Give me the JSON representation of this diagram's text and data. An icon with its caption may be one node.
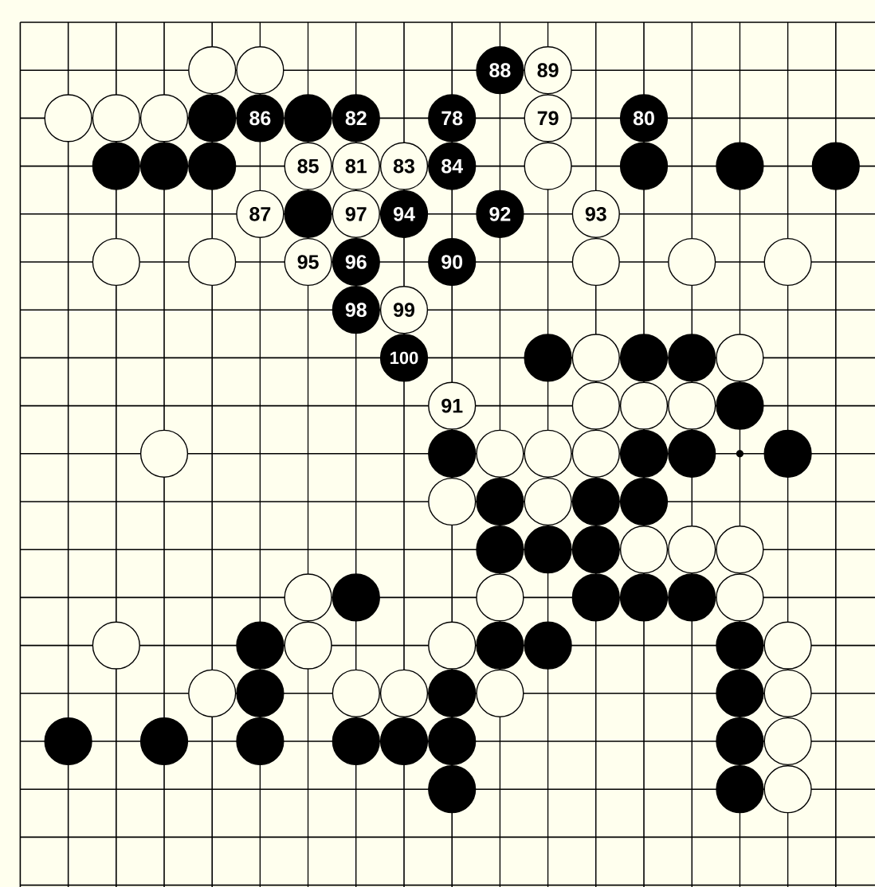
{
  "diagram": {
    "nodes": [
      {
        "text": [],
        "shape": "circle"
      },
      {
        "text": [],
        "shape": "circle"
      },
      {
        "text": [
          "88"
        ]
      },
      {
        "text": [
          "89"
        ]
      },
      {
        "text": [],
        "shape": "circle"
      },
      {
        "text": [],
        "shape": "circle"
      },
      {
        "text": [],
        "shape": "circle"
      },
      {
        "text": [],
        "shape": "circle"
      },
      {
        "text": [
          "86"
        ]
      },
      {
        "text": [],
        "shape": "circle"
      },
      {
        "text": [
          "82"
        ]
      },
      {
        "text": [
          "78"
        ]
      },
      {
        "text": [
          "79"
        ]
      },
      {
        "text": [
          "80"
        ]
      },
      {
        "text": [],
        "shape": "circle"
      },
      {
        "text": [],
        "shape": "circle"
      },
      {
        "text": [],
        "shape": "circle"
      },
      {
        "text": [
          "85"
        ]
      },
      {
        "text": [
          "81"
        ]
      },
      {
        "text": [
          "83"
        ]
      },
      {
        "text": [
          "84"
        ]
      },
      {
        "text": [],
        "shape": "circle"
      },
      {
        "text": [],
        "shape": "circle"
      },
      {
        "text": [],
        "shape": "circle"
      },
      {
        "text": [],
        "shape": "circle"
      },
      {
        "text": [
          "87"
        ]
      },
      {
        "text": [],
        "shape": "circle"
      },
      {
        "text": [
          "97"
        ]
      },
      {
        "text": [
          "94"
        ]
      },
      {
        "text": [
          "92"
        ]
      },
      {
        "text": [
          "93"
        ]
      },
      {
        "text": [],
        "shape": "circle"
      },
      {
        "text": [],
        "shape": "circle"
      },
      {
        "text": [
          "95"
        ]
      },
      {
        "text": [
          "96"
        ]
      },
      {
        "text": [
          "90"
        ]
      },
      {
        "text": [],
        "shape": "circle"
      },
      {
        "text": [],
        "shape": "circle"
      },
      {
        "text": [],
        "shape": "circle"
      },
      {
        "text": [
          "98"
        ]
      },
      {
        "text": [
          "99"
        ]
      },
      {
        "text": [
          "100"
        ]
      },
      {
        "text": [],
        "shape": "circle"
      },
      {
        "text": [],
        "shape": "circle"
      },
      {
        "text": [],
        "shape": "circle"
      },
      {
        "text": [],
        "shape": "circle"
      },
      {
        "text": [],
        "shape": "circle"
      },
      {
        "text": [
          "91"
        ]
      },
      {
        "text": [],
        "shape": "circle"
      },
      {
        "text": [],
        "shape": "circle"
      },
      {
        "text": [],
        "shape": "circle"
      },
      {
        "text": [],
        "shape": "circle"
      },
      {
        "text": [],
        "shape": "circle"
      },
      {
        "text": [],
        "shape": "circle"
      },
      {
        "text": [],
        "shape": "circle"
      },
      {
        "text": [],
        "shape": "circle"
      },
      {
        "text": [],
        "shape": "circle"
      },
      {
        "text": [],
        "shape": "circle"
      },
      {
        "text": [],
        "shape": "circle"
      },
      {
        "text": [],
        "shape": "circle"
      },
      {
        "text": [],
        "shape": "circle"
      },
      {
        "text": [],
        "shape": "circle"
      },
      {
        "text": [],
        "shape": "circle"
      },
      {
        "text": [],
        "shape": "circle"
      },
      {
        "text": [],
        "shape": "circle"
      },
      {
        "text": [],
        "shape": "circle"
      },
      {
        "text": [],
        "shape": "circle"
      },
      {
        "text": [],
        "shape": "circle"
      },
      {
        "text": [],
        "shape": "circle"
      },
      {
        "text": [],
        "shape": "circle"
      },
      {
        "text": [],
        "shape": "circle"
      },
      {
        "text": [],
        "shape": "circle"
      },
      {
        "text": [],
        "shape": "circle"
      },
      {
        "text": [],
        "shape": "circle"
      },
      {
        "text": [],
        "shape": "circle"
      },
      {
        "text": [],
        "shape": "circle"
      },
      {
        "text": [],
        "shape": "circle"
      },
      {
        "text": [],
        "shape": "circle"
      },
      {
        "text": [],
        "shape": "circle"
      },
      {
        "text": [],
        "shape": "circle"
      },
      {
        "text": [],
        "shape": "circle"
      },
      {
        "text": [],
        "shape": "circle"
      },
      {
        "text": [],
        "shape": "circle"
      },
      {
        "text": [],
        "shape": "circle"
      },
      {
        "text": [],
        "shape": "circle"
      },
      {
        "text": [],
        "shape": "circle"
      },
      {
        "text": [],
        "shape": "circle"
      },
      {
        "text": [],
        "shape": "circle"
      },
      {
        "text": [],
        "shape": "circle"
      },
      {
        "text": [],
        "shape": "circle"
      },
      {
        "text": [],
        "shape": "circle"
      },
      {
        "text": [],
        "shape": "circle"
      },
      {
        "text": [],
        "shape": "circle"
      },
      {
        "text": [],
        "shape": "circle"
      },
      {
        "text": [],
        "shape": "circle"
      },
      {
        "text": [],
        "shape": "circle"
      },
      {
        "text": [],
        "shape": "circle"
      },
      {
        "text": [],
        "shape": "circle"
      },
      {
        "text": [],
        "shape": "circle"
      },
      {
        "text": [],
        "shape": "circle"
      },
      {
        "text": [],
        "shape": "circle"
      },
      {
        "text": [],
        "shape": "circle"
      },
      {
        "text": [],
        "shape": "circle"
      },
      {
        "text": [],
        "shape": "circle"
      },
      {
        "text": [],
        "shape": "circle"
      }
    ]
  }
}
